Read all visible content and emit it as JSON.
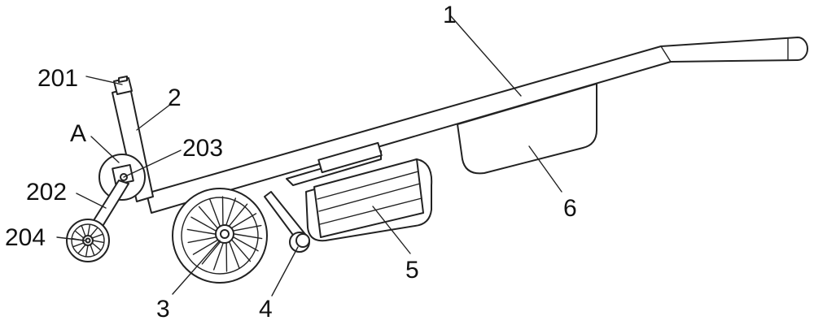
{
  "diagram": {
    "labels": {
      "l1": "1",
      "l2": "2",
      "l201": "201",
      "lA": "A",
      "l203": "203",
      "l202": "202",
      "l204": "204",
      "l3": "3",
      "l4": "4",
      "l5": "5",
      "l6": "6"
    },
    "stroke_color": "#222222",
    "background": "#ffffff"
  }
}
